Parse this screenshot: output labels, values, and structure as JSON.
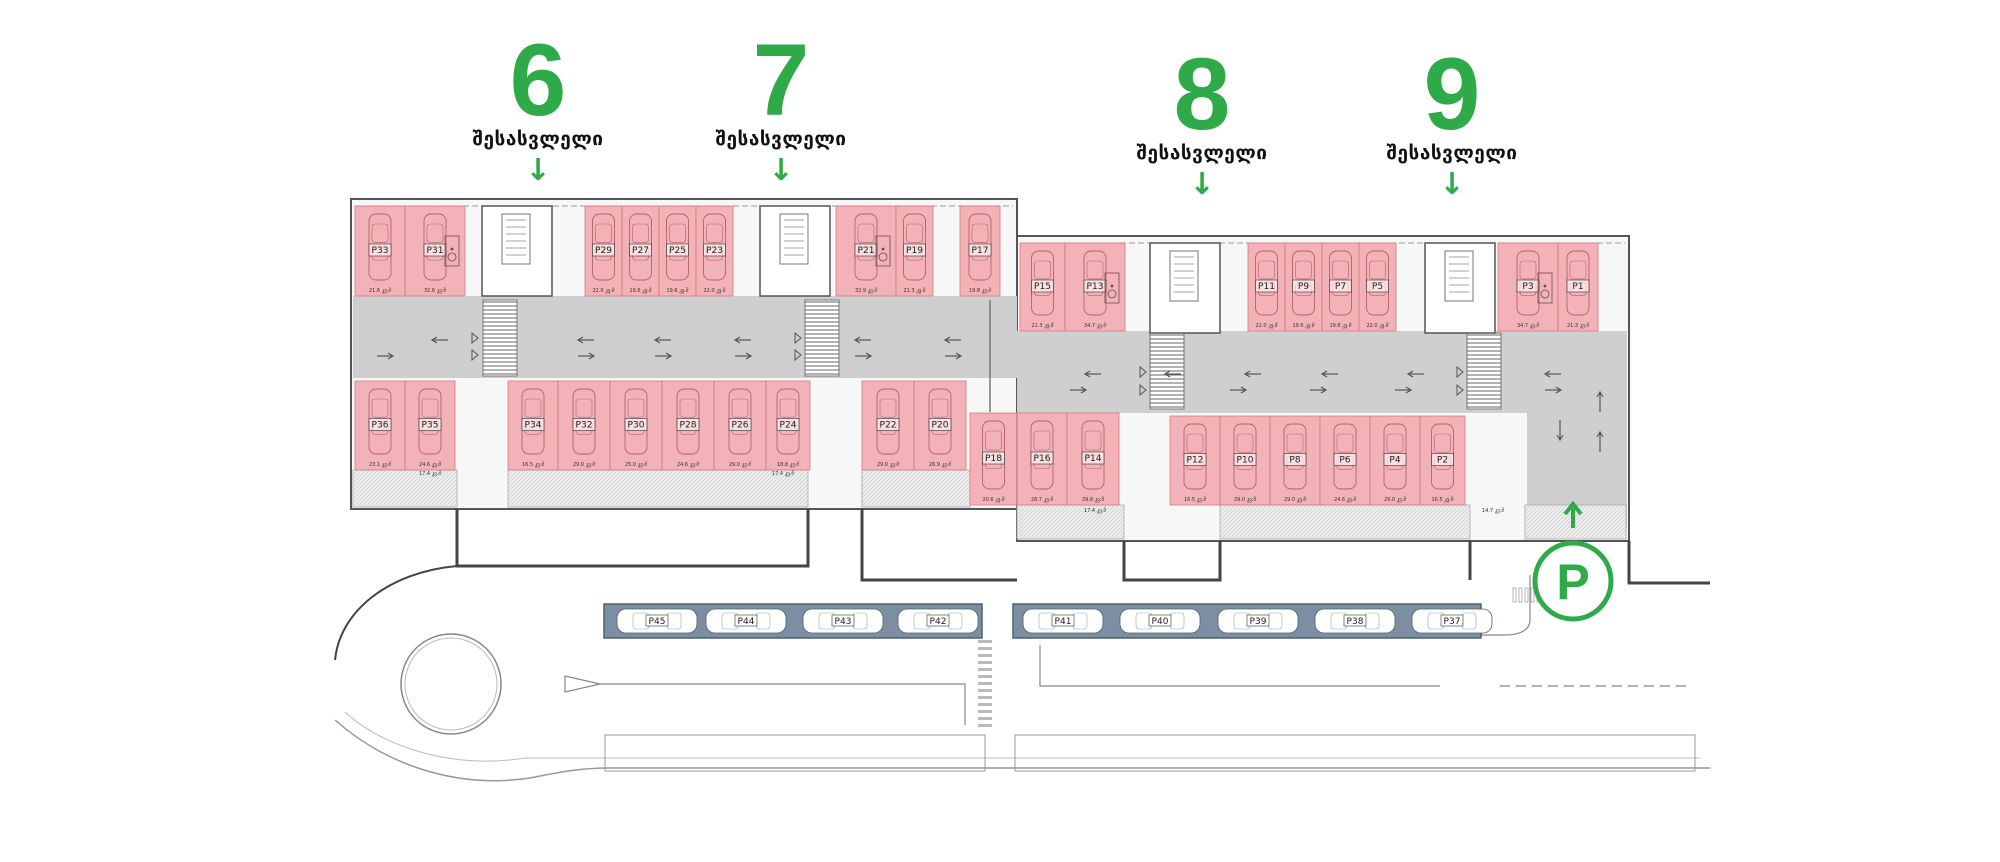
{
  "colors": {
    "accent": "#2faa48",
    "spot_fill": "#f2a6ab",
    "street_spot_fill": "#7c8fa2",
    "aisle": "#cfcfcf",
    "wall": "#555555"
  },
  "entrances": [
    {
      "number": "6",
      "label": "შესასვლელი",
      "arrow": "↓"
    },
    {
      "number": "7",
      "label": "შესასვლელი",
      "arrow": "↓"
    },
    {
      "number": "8",
      "label": "შესასვლელი",
      "arrow": "↓"
    },
    {
      "number": "9",
      "label": "შესასვლელი",
      "arrow": "↓"
    }
  ],
  "parking_sign": {
    "letter": "P",
    "icon": "parking-icon",
    "arrow": "up-arrow-icon"
  },
  "indoor_spots": [
    {
      "id": "P33",
      "area": "21.6 კვ.მ"
    },
    {
      "id": "P31",
      "area": "32.6 კვ.მ",
      "accessible": true
    },
    {
      "id": "P29",
      "area": "22.0 კვ.მ"
    },
    {
      "id": "P27",
      "area": "19.6 კვ.მ"
    },
    {
      "id": "P25",
      "area": "19.6 კვ.მ"
    },
    {
      "id": "P23",
      "area": "22.0 კვ.მ"
    },
    {
      "id": "P21",
      "area": "32.9 კვ.მ",
      "accessible": true
    },
    {
      "id": "P19",
      "area": "21.3 კვ.მ"
    },
    {
      "id": "P17",
      "area": "19.8 კვ.მ"
    },
    {
      "id": "P15",
      "area": "21.3 კვ.მ"
    },
    {
      "id": "P13",
      "area": "34.7 კვ.მ",
      "accessible": true
    },
    {
      "id": "P11",
      "area": "22.0 კვ.მ"
    },
    {
      "id": "P9",
      "area": "19.6 კვ.მ"
    },
    {
      "id": "P7",
      "area": "19.6 კვ.მ"
    },
    {
      "id": "P5",
      "area": "22.0 კვ.მ"
    },
    {
      "id": "P3",
      "area": "34.7 კვ.მ",
      "accessible": true
    },
    {
      "id": "P1",
      "area": "21.3 კვ.მ"
    },
    {
      "id": "P36",
      "area": "23.1 კვ.მ"
    },
    {
      "id": "P35",
      "area": "24.6 კვ.მ"
    },
    {
      "id": "P34",
      "area": "16.5 კვ.მ"
    },
    {
      "id": "P32",
      "area": "29.0 კვ.მ"
    },
    {
      "id": "P30",
      "area": "25.0 კვ.მ"
    },
    {
      "id": "P28",
      "area": "24.6 კვ.მ"
    },
    {
      "id": "P26",
      "area": "29.0 კვ.მ"
    },
    {
      "id": "P24",
      "area": "18.8 კვ.მ"
    },
    {
      "id": "P22",
      "area": "29.0 კვ.მ"
    },
    {
      "id": "P20",
      "area": "26.9 კვ.მ"
    },
    {
      "id": "P18",
      "area": "20.6 კვ.მ"
    },
    {
      "id": "P16",
      "area": "28.7 კვ.მ"
    },
    {
      "id": "P14",
      "area": "29.8 კვ.მ"
    },
    {
      "id": "P12",
      "area": "16.5 კვ.მ"
    },
    {
      "id": "P10",
      "area": "29.0 კვ.მ"
    },
    {
      "id": "P8",
      "area": "29.0 კვ.მ"
    },
    {
      "id": "P6",
      "area": "24.6 კვ.მ"
    },
    {
      "id": "P4",
      "area": "29.0 კვ.მ"
    },
    {
      "id": "P2",
      "area": "16.5 კვ.მ"
    }
  ],
  "extra_area_labels": [
    "17.4 კვ.მ",
    "17.4 კვ.მ",
    "17.4 კვ.მ",
    "14.7 კვ.მ"
  ],
  "street_spots": [
    "P45",
    "P44",
    "P43",
    "P42",
    "P41",
    "P40",
    "P39",
    "P38",
    "P37"
  ]
}
